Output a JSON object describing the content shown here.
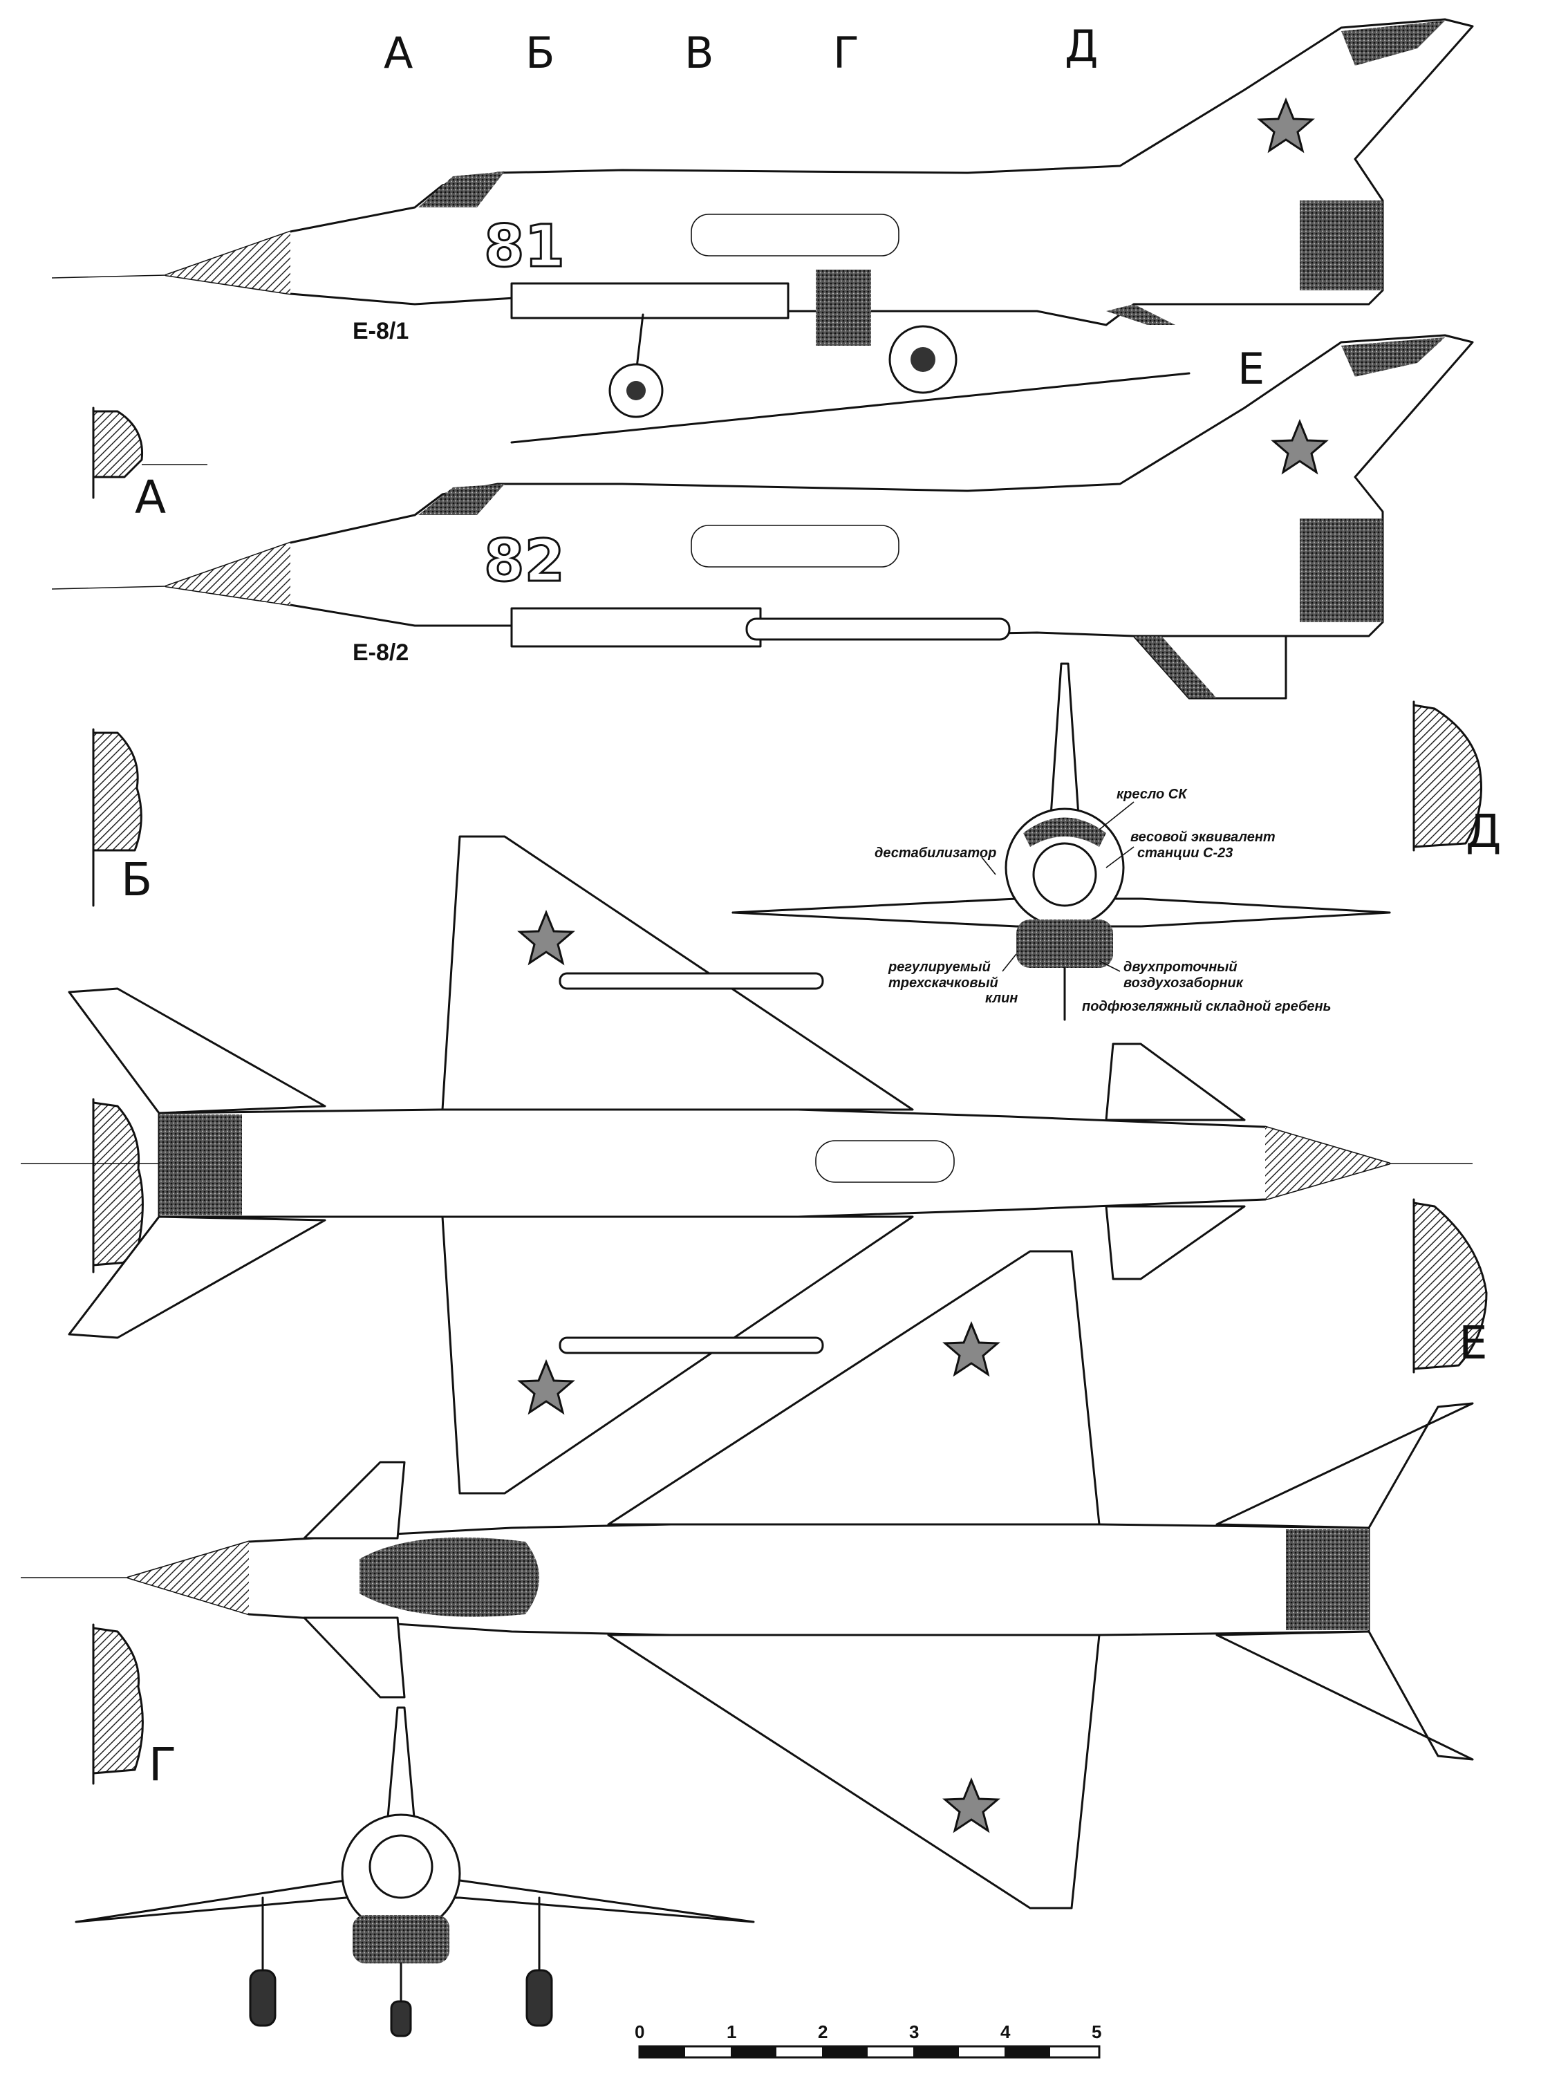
{
  "section_markers": {
    "top": [
      "А",
      "Б",
      "В",
      "Г",
      "Д"
    ],
    "e": "Е"
  },
  "aircraft": {
    "side_view_1": {
      "designation": "Е-8/1",
      "tail_number": "81"
    },
    "side_view_2": {
      "designation": "Е-8/2",
      "tail_number": "82"
    }
  },
  "cross_sections": [
    "А",
    "Б",
    "В",
    "Г",
    "Д",
    "Е"
  ],
  "callouts": {
    "seat": "кресло СК",
    "destabilizer": "дестабилизатор",
    "weight_equivalent_1": "весовой эквивалент",
    "weight_equivalent_2": "станции С-23",
    "ramp_1": "регулируемый",
    "ramp_2": "трехскачковый",
    "ramp_3": "клин",
    "intake_1": "двухпроточный",
    "intake_2": "воздухозаборник",
    "ventral_fin": "подфюзеляжный складной гребень"
  },
  "scale_bar": {
    "ticks": [
      "0",
      "1",
      "2",
      "3",
      "4",
      "5"
    ]
  },
  "colors": {
    "ink": "#111111",
    "shade": "#333333",
    "paper": "#ffffff"
  }
}
